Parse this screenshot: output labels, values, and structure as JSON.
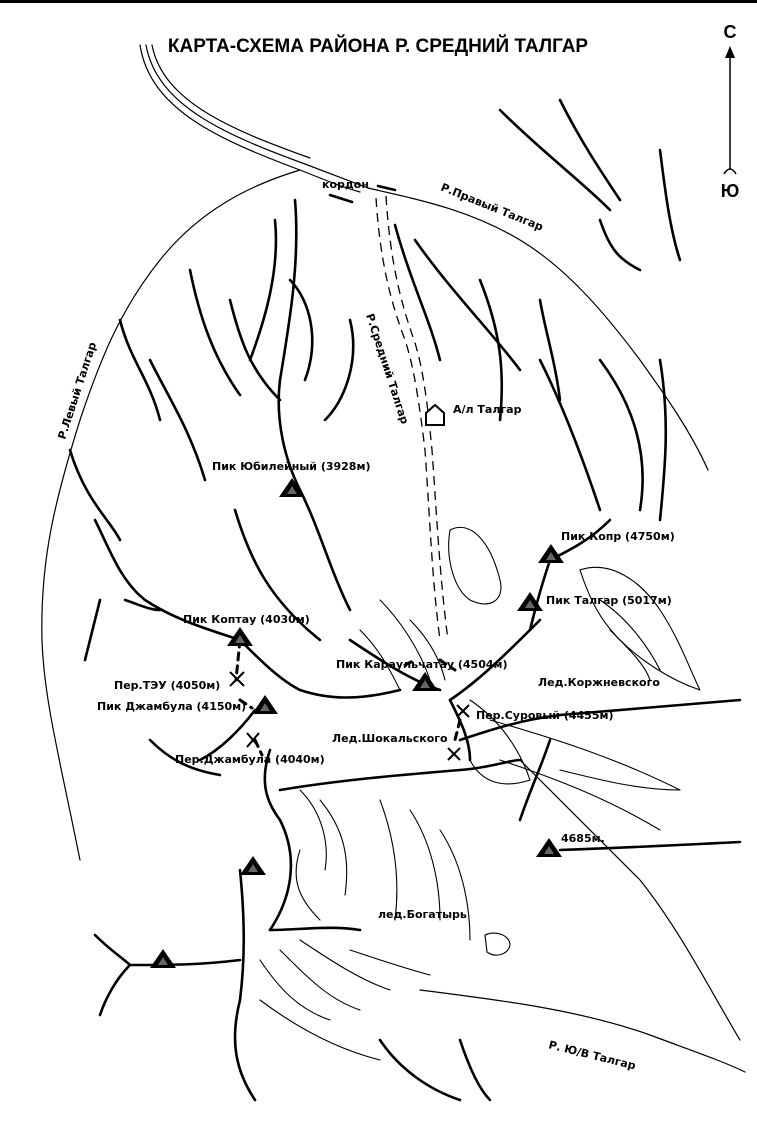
{
  "title": "КАРТА-СХЕМА РАЙОНА Р. СРЕДНИЙ ТАЛГАР",
  "compass": {
    "north": "С",
    "south": "Ю"
  },
  "rivers": {
    "left": "Р.Левый Талгар",
    "middle": "Р.Средний Талгар",
    "right": "Р.Правый Талгар",
    "southeast": "Р. Ю/В Талгар"
  },
  "places": {
    "cordon": "кордон",
    "camp": "А/л Талгар"
  },
  "peaks": {
    "yubileyny": "Пик Юбилейный (3928м)",
    "kopr": "Пик Копр (4750м)",
    "talgar": "Пик Талгар (5017м)",
    "koptau": "Пик Коптау (4030м)",
    "karaulchatau": "Пик Караульчатау (4504м)",
    "dzhambula": "Пик Джамбула (4150м)",
    "unnamed": "4685м."
  },
  "passes": {
    "teu": "Пер.ТЭУ (4050м)",
    "dzhambula": "Пер.Джамбула (4040м)",
    "surovy": "Пер.Суровый (4455м)"
  },
  "glaciers": {
    "korzhenevsky": "Лед.Коржневского",
    "shokalsky": "Лед.Шокальского",
    "bogatyr": "лед.Богатырь"
  }
}
